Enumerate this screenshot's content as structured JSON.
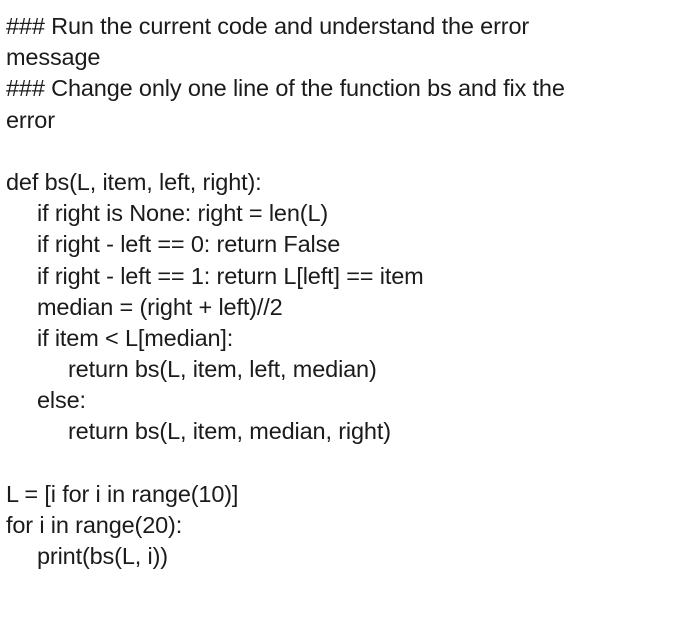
{
  "document": {
    "kind": "plain-text-code-snippet",
    "language": "Python",
    "background_color": "#ffffff",
    "text_color": "#1b1b1b"
  },
  "lines": [
    {
      "text": "### Run the current code and understand the error",
      "indent": 0,
      "blank": false
    },
    {
      "text": "message",
      "indent": 0,
      "blank": false
    },
    {
      "text": "### Change only one line of the function bs and fix the",
      "indent": 0,
      "blank": false
    },
    {
      "text": "error",
      "indent": 0,
      "blank": false
    },
    {
      "text": "",
      "indent": 0,
      "blank": true
    },
    {
      "text": "def bs(L, item, left, right):",
      "indent": 0,
      "blank": false
    },
    {
      "text": "if right is None: right = len(L)",
      "indent": 1,
      "blank": false
    },
    {
      "text": "if right - left == 0: return False",
      "indent": 1,
      "blank": false
    },
    {
      "text": "if right - left == 1: return L[left] == item",
      "indent": 1,
      "blank": false
    },
    {
      "text": "median = (right + left)//2",
      "indent": 1,
      "blank": false
    },
    {
      "text": "if item < L[median]:",
      "indent": 1,
      "blank": false
    },
    {
      "text": "return bs(L, item, left, median)",
      "indent": 2,
      "blank": false
    },
    {
      "text": "else:",
      "indent": 1,
      "blank": false
    },
    {
      "text": "return bs(L, item, median, right)",
      "indent": 2,
      "blank": false
    },
    {
      "text": "",
      "indent": 0,
      "blank": true
    },
    {
      "text": "L = [i for i in range(10)]",
      "indent": 0,
      "blank": false
    },
    {
      "text": "for i in range(20):",
      "indent": 0,
      "blank": false
    },
    {
      "text": "print(bs(L, i))",
      "indent": 1,
      "blank": false
    }
  ]
}
